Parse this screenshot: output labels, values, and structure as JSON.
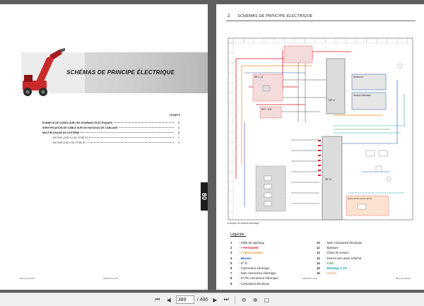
{
  "left_page": {
    "title": "SCHÉMAS DE PRINCIPE ÉLECTRIQUE",
    "pages_label": "pages",
    "toc": [
      {
        "text": "EXEMPLE DE CODES SUR LES SCHÉMAS ÉLECTRIQUES",
        "page": "2",
        "level": "main"
      },
      {
        "text": "IDENTIFICATION DE CÂBLE SUR UN FAISCEAU DE CÂBLAGE",
        "page": "2",
        "level": "main"
      },
      {
        "text": "MULTIPLEXAGE DU SYSTÈME",
        "page": "3",
        "level": "main"
      },
      {
        "text": "– MLT845 100D H LSU ST3B S1",
        "page": "4",
        "level": "sub"
      },
      {
        "text": "– MLT845 120D LSU ST3B S1",
        "page": "8",
        "level": "sub"
      }
    ],
    "footer_left": "80 07 11 OR 56",
    "footer_center": "MANITOU GTR",
    "tab_number": "80"
  },
  "right_page": {
    "header_num": "2",
    "header_title": "SCHÉMAS DE PRINCIPE ÉLECTRIQUE",
    "caption": "Exemple de schéma électrique",
    "legend_title": "Légende :",
    "legend_left": [
      {
        "n": "1",
        "text": "Grille de repérage",
        "color": ""
      },
      {
        "n": "2",
        "text": "+ Permanent",
        "color": "red"
      },
      {
        "n": "3",
        "text": "+ Après contact",
        "color": "orange"
      },
      {
        "n": "4",
        "text": "Masses",
        "color": "blue"
      },
      {
        "n": "5",
        "text": "N° fil",
        "color": ""
      },
      {
        "n": "6",
        "text": "Connecteur électrique",
        "color": ""
      },
      {
        "n": "7",
        "text": "Nom connecteur électrique",
        "color": ""
      },
      {
        "n": "8",
        "text": "N° Pin connecteur électrique",
        "color": ""
      },
      {
        "n": "9",
        "text": "Composant électrique",
        "color": ""
      }
    ],
    "legend_right": [
      {
        "n": "10",
        "text": "Nom composant électrique",
        "color": ""
      },
      {
        "n": "11",
        "text": "Épissure",
        "color": ""
      },
      {
        "n": "12",
        "text": "Choix de version",
        "color": ""
      },
      {
        "n": "13",
        "text": "Renvoi vers autre schéma",
        "color": ""
      },
      {
        "n": "14",
        "text": "CAN",
        "color": "green"
      },
      {
        "n": "15",
        "text": "Blindage CAN",
        "color": "teal"
      },
      {
        "n": "16",
        "text": "Option",
        "color": "peach"
      }
    ],
    "schematic_labels": {
      "version_a": "Version N",
      "version_b": "Version Standard",
      "option_box": "Option ETDF Version ETDF",
      "bp1": "BP1 / 11",
      "bp2": "BP2 / 1N2",
      "mp1": "MP 12",
      "mp2": "MP 12"
    },
    "footer_center": "MANITOU GTR",
    "footer_right": "80 07 11 OR 56",
    "tab_number": "80"
  },
  "toolbar": {
    "current_page": "389",
    "total_pages": "/ 496"
  }
}
